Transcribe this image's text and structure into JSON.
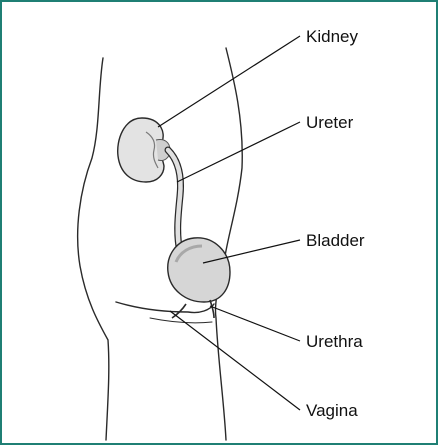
{
  "diagram": {
    "labels": {
      "kidney": "Kidney",
      "ureter": "Ureter",
      "bladder": "Bladder",
      "urethra": "Urethra",
      "vagina": "Vagina"
    },
    "colors": {
      "frame": "#1f7f74",
      "outline": "#2a2a2a",
      "organ_fill": "#d9d9d9",
      "organ_shade": "#a8a8a8",
      "leader_line": "#111111"
    }
  }
}
